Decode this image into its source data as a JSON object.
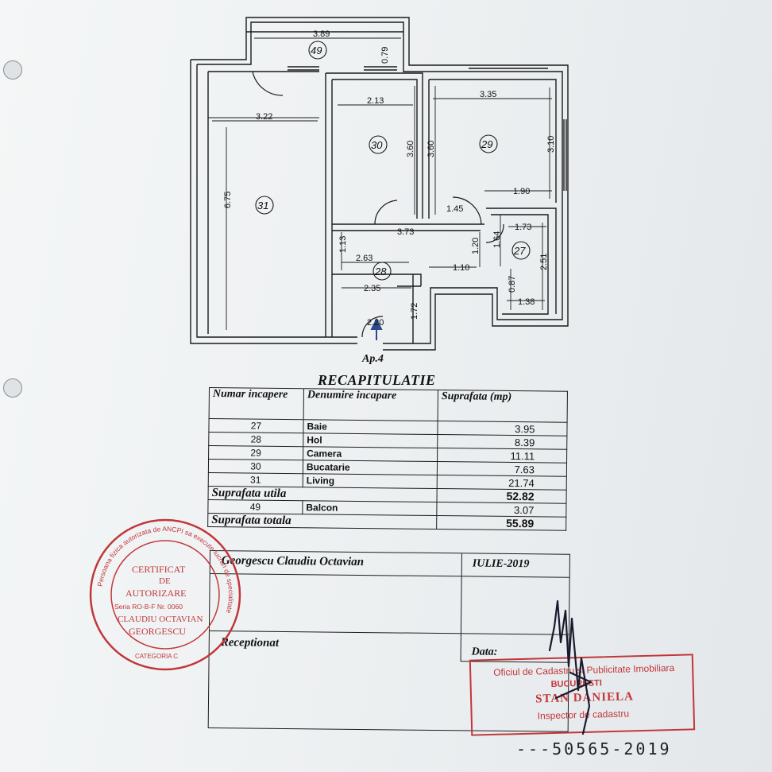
{
  "plan": {
    "room_numbers": [
      "49",
      "30",
      "29",
      "31",
      "28",
      "27"
    ],
    "dimensions": [
      "3.89",
      "0.79",
      "3.22",
      "2.13",
      "3.35",
      "3.60",
      "3.60",
      "3.10",
      "6.75",
      "1.90",
      "1.45",
      "3.73",
      "1.73",
      "1.13",
      "1.20",
      "1.64",
      "2.51",
      "2.63",
      "1.10",
      "2.35",
      "0.87",
      "1.38",
      "1.72",
      "2.20"
    ],
    "entrance_label": "Ap.4"
  },
  "recap": {
    "title": "RECAPITULATIE",
    "headers": [
      "Numar incapere",
      "Denumire incapare",
      "Suprafata (mp)"
    ],
    "rows": [
      {
        "nr": "27",
        "name": "Baie",
        "area": "3.95"
      },
      {
        "nr": "28",
        "name": "Hol",
        "area": "8.39"
      },
      {
        "nr": "29",
        "name": "Camera",
        "area": "11.11"
      },
      {
        "nr": "30",
        "name": "Bucatarie",
        "area": "7.63"
      },
      {
        "nr": "31",
        "name": "Living",
        "area": "21.74"
      }
    ],
    "useful_label": "Suprafata utila",
    "useful_value": "52.82",
    "balcony": {
      "nr": "49",
      "name": "Balcon",
      "area": "3.07"
    },
    "total_label": "Suprafata totala",
    "total_value": "55.89"
  },
  "signoff": {
    "surveyor": "Georgescu Claudiu Octavian",
    "date": "IULIE-2019",
    "received_label": "Receptionat",
    "data_label": "Data:"
  },
  "stamp_authorization": {
    "lines": [
      "CERTIFICAT",
      "DE",
      "AUTORIZARE",
      "Seria RO-B-F Nr. 0060",
      "CLAUDIU OCTAVIAN",
      "GEORGESCU"
    ],
    "ring": "Persoana fizica autorizata de ANCPI sa execute lucrari de specialitate",
    "category": "CATEGORIA C"
  },
  "stamp_cadastre": {
    "office": "Oficiul de Cadastru si Publicitate Imobiliara",
    "city": "BUCURESTI",
    "name": "STAN DANIELA",
    "role": "Inspector de cadastru"
  },
  "registration_number": "---50565-2019",
  "colors": {
    "ink": "#1c1c1c",
    "stamp_red": "#c2363a",
    "paper": "#eef1f2"
  }
}
